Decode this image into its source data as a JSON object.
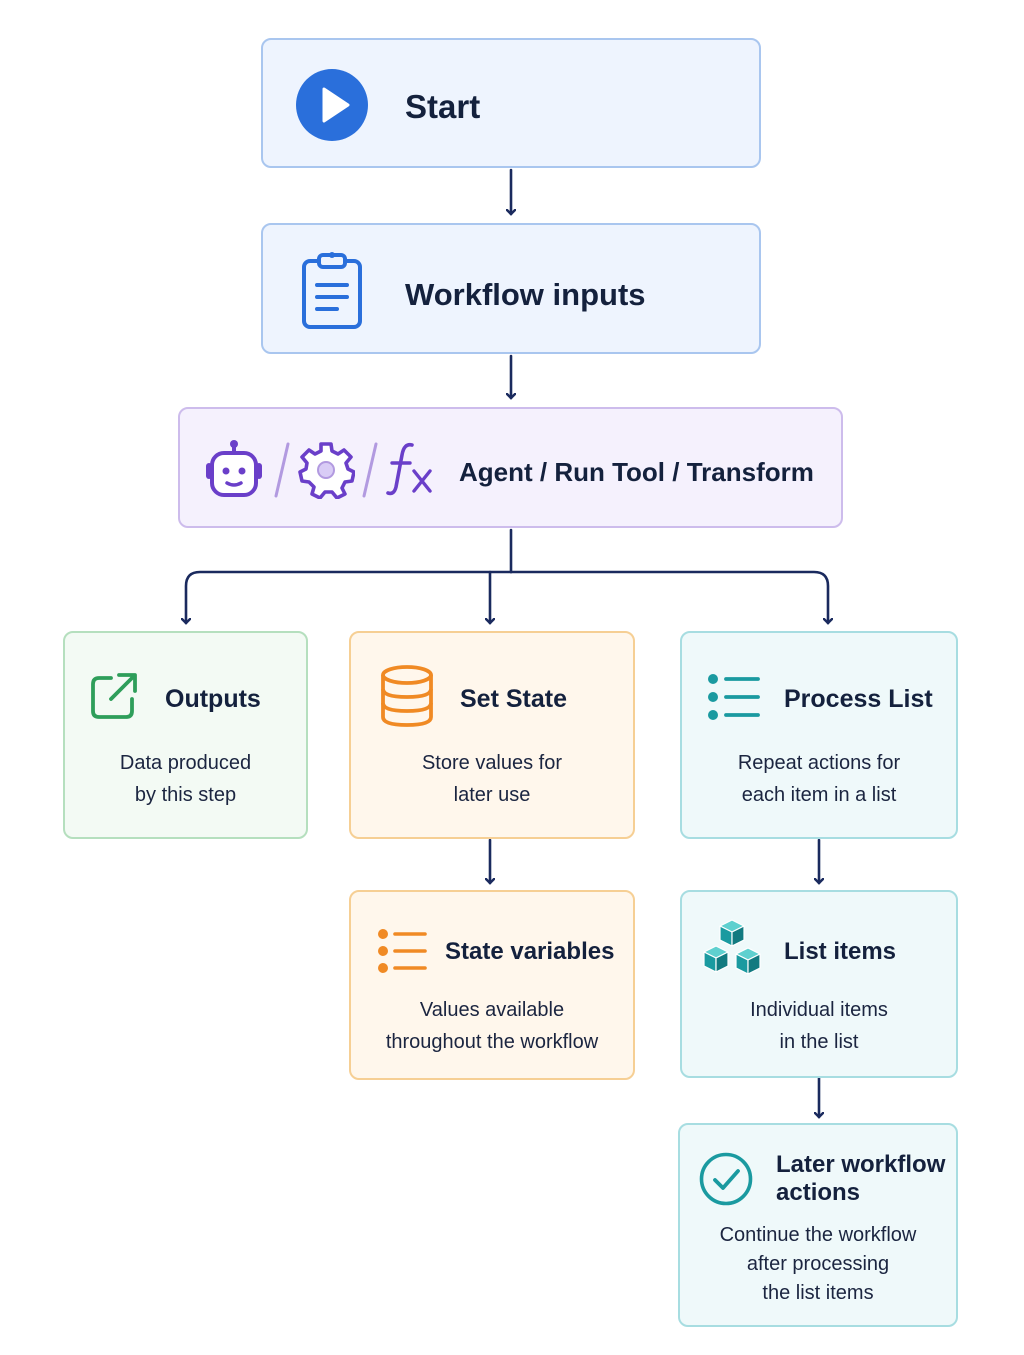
{
  "nodes": {
    "start": {
      "title": "Start"
    },
    "inputs": {
      "title": "Workflow inputs"
    },
    "agent": {
      "title": "Agent / Run Tool / Transform"
    },
    "outputs": {
      "title": "Outputs",
      "desc": [
        "Data produced",
        "by this step"
      ]
    },
    "set_state": {
      "title": "Set State",
      "desc": [
        "Store values for",
        "later use"
      ]
    },
    "process_list": {
      "title": "Process List",
      "desc": [
        "Repeat actions for",
        "each item in a list"
      ]
    },
    "state_vars": {
      "title": "State variables",
      "desc": [
        "Values available",
        "throughout the workflow"
      ]
    },
    "list_items": {
      "title": "List items",
      "desc": [
        "Individual items",
        "in the list"
      ]
    },
    "later": {
      "title_lines": [
        "Later workflow",
        "actions"
      ],
      "desc": [
        "Continue the workflow",
        "after processing",
        "the list items"
      ]
    }
  },
  "icons": {
    "start": "play-icon",
    "inputs": "clipboard-icon",
    "agent": [
      "robot-icon",
      "gear-icon",
      "function-icon"
    ],
    "outputs": "external-link-icon",
    "set_state": "database-icon",
    "process_list": "list-icon",
    "state_vars": "list-icon",
    "list_items": "cubes-icon",
    "later": "check-circle-icon"
  },
  "colors": {
    "arrow": "#1a2a5e",
    "blue": "#2a6fdb",
    "purple": "#6a3fc9",
    "green": "#2e9e5a",
    "orange": "#f08a24",
    "teal": "#1a9aa0"
  }
}
